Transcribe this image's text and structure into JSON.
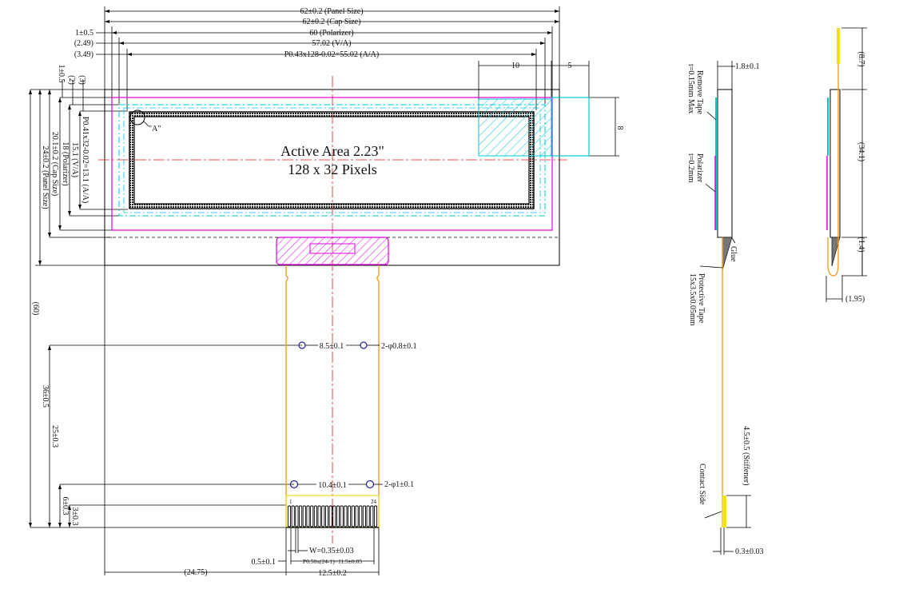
{
  "dims_top": {
    "panel_size": "62±0.2 (Panel Size)",
    "cap_size": "62±0.2 (Cap Size)",
    "polarizer": "60 (Polarizer)",
    "va": "57.02 (V/A)",
    "aa": "P0.43x128-0.02=55.02 (A/A)",
    "l_1": "1±0.5",
    "l_249": "(2.49)",
    "l_349": "(3.49)",
    "tab_10": "10",
    "tab_5": "5",
    "tab_8": "8"
  },
  "dims_left": {
    "l_1b": "1±0.5",
    "l_2": "(2)",
    "l_3": "(3)",
    "aa_v": "P0.41x32-0.02=13.1 (A/A)",
    "va_v": "15.1 (V/A)",
    "pol_v": "18 (Polarizer)",
    "cap_v": "20.1±0.2 (Cap Size)",
    "panel_v": "24±0.2 (Panel Size)",
    "total_v": "(60)",
    "d36": "36±0.5",
    "d25": "25±0.3",
    "d6": "6±0.3",
    "d3": "3±0.3"
  },
  "panel": {
    "detail_label": "\"A\"",
    "active_area": "Active Area 2.23\"",
    "pixels": "128 x 32 Pixels"
  },
  "fpc": {
    "hole_pitch_upper": "8.5±0.1",
    "hole_upper": "2-φ0.8±0.1",
    "hole_pitch_lower": "10.4±0.1",
    "hole_lower": "2-φ1±0.1",
    "pin_first": "1",
    "pin_last": "24",
    "pin_width": "W=0.35±0.03",
    "pin_pitch": "P0.50x(24-1)=11.5±0.05",
    "edge": "0.5±0.1",
    "offset": "(24.75)",
    "fpc_width": "12.5±0.2"
  },
  "side_view": {
    "thickness": "1.8±0.1",
    "remove_tape": "Remove Tape",
    "remove_tape_2": "t=0.15mm Max",
    "polarizer": "Polarizer",
    "polarizer_2": "t=0.2mm",
    "glue": "Glue",
    "protective_tape": "Protective Tape",
    "protective_tape_2": "15x3.5x0.05mm",
    "stiffener": "4.5±0.5 (Stiffener)",
    "contact_side": "Contact Side",
    "fpc_thickness": "0.3±0.03"
  },
  "bent_view": {
    "d87": "(8.7)",
    "d341": "(34.1)",
    "d14": "(1.4)",
    "d195": "(1.95)"
  },
  "colors": {
    "line": "#000000",
    "polarizer": "#e000e0",
    "cap": "#00c8d8",
    "fpc": "#f0a020",
    "center": "#e02020",
    "hole": "#2020a0",
    "stiffener": "#f0e020"
  }
}
